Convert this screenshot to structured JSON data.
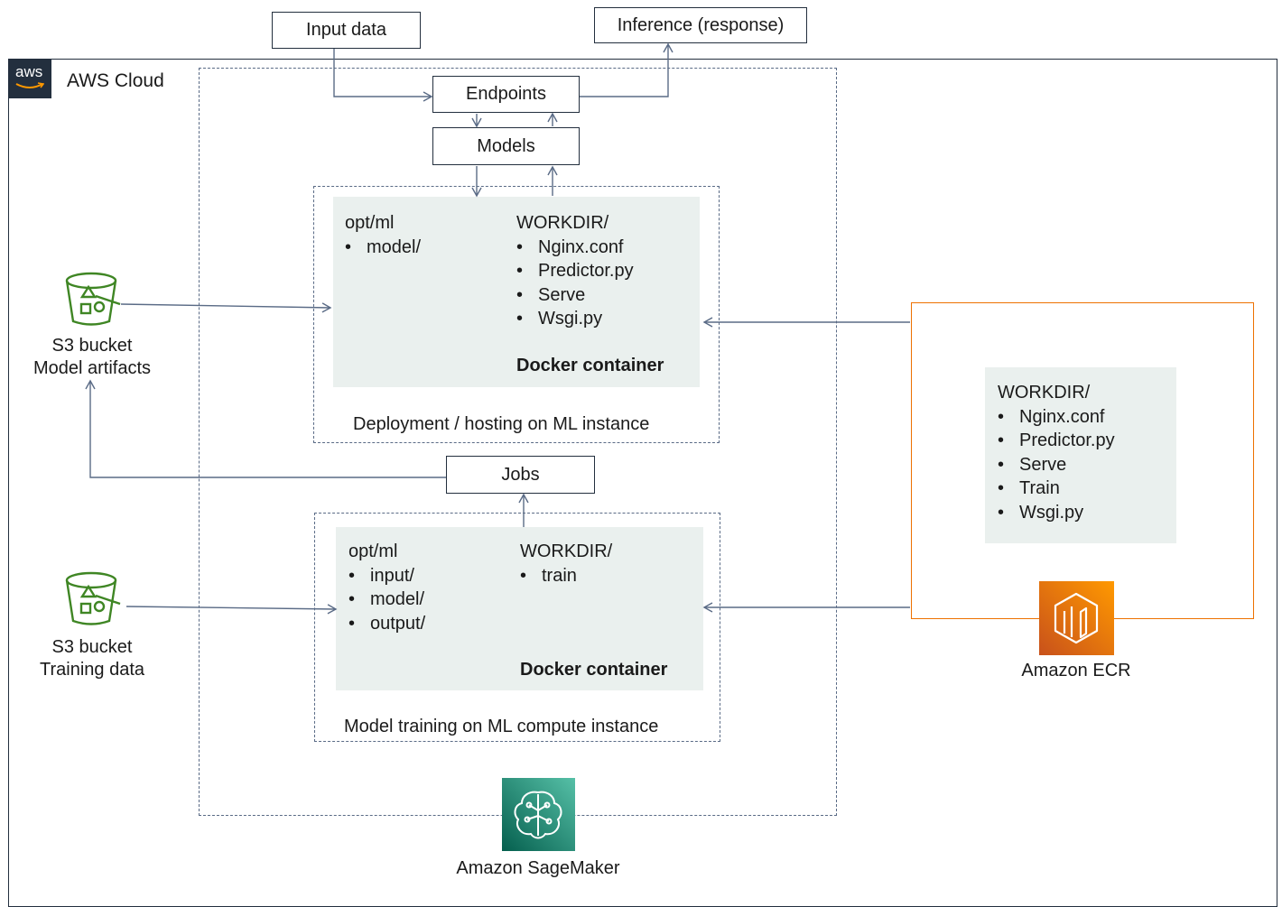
{
  "cloud": {
    "label": "AWS Cloud",
    "logo_text": "aws"
  },
  "top": {
    "input": "Input data",
    "inference": "Inference (response)"
  },
  "sagemaker_flow": {
    "endpoints": "Endpoints",
    "models": "Models",
    "jobs": "Jobs"
  },
  "deployment": {
    "left_title": "opt/ml",
    "left_items": [
      "model/"
    ],
    "right_title": "WORKDIR/",
    "right_items": [
      "Nginx.conf",
      "Predictor.py",
      "Serve",
      "Wsgi.py"
    ],
    "container_label": "Docker container",
    "caption": "Deployment / hosting on ML instance"
  },
  "training": {
    "left_title": "opt/ml",
    "left_items": [
      "input/",
      "model/",
      "output/"
    ],
    "right_title": "WORKDIR/",
    "right_items": [
      "train"
    ],
    "container_label": "Docker container",
    "caption": "Model training on ML compute instance"
  },
  "ecr": {
    "title": "WORKDIR/",
    "items": [
      "Nginx.conf",
      "Predictor.py",
      "Serve",
      "Train",
      "Wsgi.py"
    ],
    "label": "Amazon ECR"
  },
  "s3_model": {
    "line1": "S3 bucket",
    "line2": "Model artifacts"
  },
  "s3_training": {
    "line1": "S3 bucket",
    "line2": "Training data"
  },
  "sagemaker": {
    "label": "Amazon SageMaker"
  },
  "colors": {
    "s3_green": "#3f8624",
    "ecr_orange": "#ed7100",
    "panel_bg": "#eaf0ee",
    "line": "#5a6b86"
  },
  "icons": {
    "s3": "s3-bucket-icon",
    "ecr": "ecr-icon",
    "sagemaker": "sagemaker-icon"
  }
}
